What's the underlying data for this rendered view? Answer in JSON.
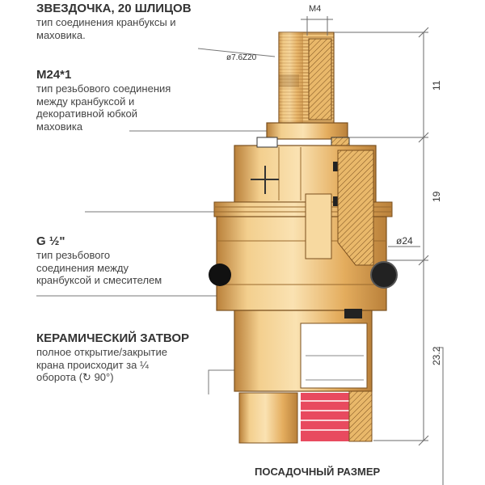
{
  "labels": {
    "spline": {
      "title": "ЗВЕЗДОЧКА, 20 ШЛИЦОВ",
      "desc": [
        "тип соединения кранбуксы и",
        "маховика."
      ]
    },
    "thread_m24": {
      "title": "М24*1",
      "desc": [
        "тип резьбового соединения",
        "между кранбуксой и",
        "декоративной юбкой",
        "маховика"
      ]
    },
    "thread_g12": {
      "title": "G ½\"",
      "desc": [
        "тип резьбового",
        "соединения между",
        "кранбуксой и смесителем"
      ]
    },
    "ceramic": {
      "title": "КЕРАМИЧЕСКИЙ ЗАТВОР",
      "desc": [
        "полное открытие/закрытие",
        "крана происходит за ¼",
        "оборота (↻ 90°)"
      ]
    },
    "fit_size": "ПОСАДОЧНЫЙ РАЗМЕР"
  },
  "dimensions": {
    "m4": "M4",
    "spline_dia": "ø7.6Z20",
    "h_top": "11",
    "h_mid": "19",
    "dia": "ø24",
    "h_bottom": "23.2"
  },
  "colors": {
    "brass_light": "#f7d9a0",
    "brass": "#e9b86a",
    "brass_dark": "#b9803a",
    "red": "#e84a5f",
    "dim_line": "#6b6b6b"
  }
}
